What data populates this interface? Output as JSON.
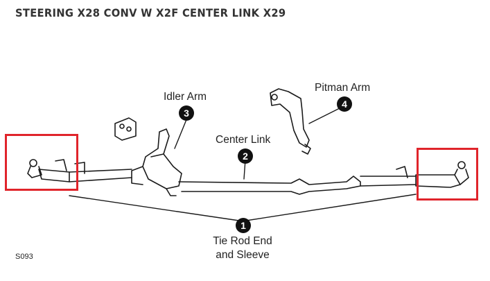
{
  "title": "STEERING X28 CONV W X2F CENTER LINK X29",
  "figure_code": "S093",
  "callouts": [
    {
      "number": "1",
      "label_line1": "Tie Rod End",
      "label_line2": "and Sleeve"
    },
    {
      "number": "2",
      "label": "Center Link"
    },
    {
      "number": "3",
      "label": "Idler Arm"
    },
    {
      "number": "4",
      "label": "Pitman Arm"
    }
  ],
  "colors": {
    "highlight": "#e0242b",
    "badge": "#111111",
    "drawing": "#1a1a1a"
  }
}
